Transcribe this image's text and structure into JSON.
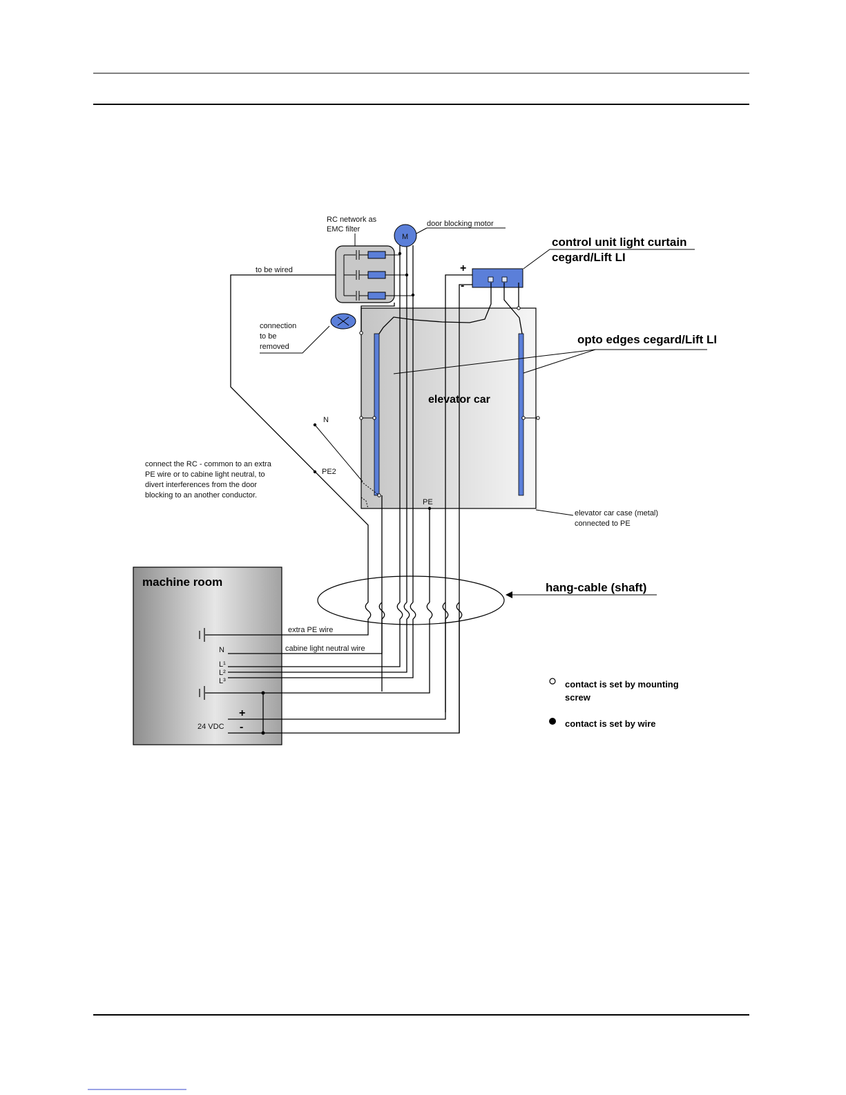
{
  "labels": {
    "rc_network_1": "RC network as",
    "rc_network_2": "EMC filter",
    "door_motor": "door blocking motor",
    "motor_symbol": "M",
    "control_unit_1": "control unit light curtain",
    "control_unit_2": "cegard/Lift LI",
    "plus": "+",
    "minus": "-",
    "to_be_wired": "to be wired",
    "connection_1": "connection",
    "connection_2": "to be",
    "connection_3": "removed",
    "opto_edges": "opto edges cegard/Lift LI",
    "elevator_car": "elevator car",
    "n_label": "N",
    "pe2_label": "PE2",
    "pe_label": "PE",
    "note_1": "connect the RC - common to an extra",
    "note_2": "PE wire or to cabine light neutral, to",
    "note_3": "divert interferences from the door",
    "note_4": "blocking to an another conductor.",
    "case_1": "elevator car case (metal)",
    "case_2": "connected to  PE",
    "machine_room": "machine room",
    "hang_cable": "hang-cable (shaft)",
    "extra_pe": "extra PE wire",
    "cabine_neutral": "cabine light neutral wire",
    "mr_n": "N",
    "l1": "L¹",
    "l2": "L²",
    "l3": "L³",
    "mr_plus": "+",
    "mr_24vdc": "24 VDC",
    "mr_minus": "-",
    "legend_open_1": "contact is set by mounting",
    "legend_open_2": "screw",
    "legend_filled": "contact is set by wire"
  },
  "colors": {
    "component_blue": "#5b7fd9",
    "filter_gray": "#c8c8c8"
  }
}
